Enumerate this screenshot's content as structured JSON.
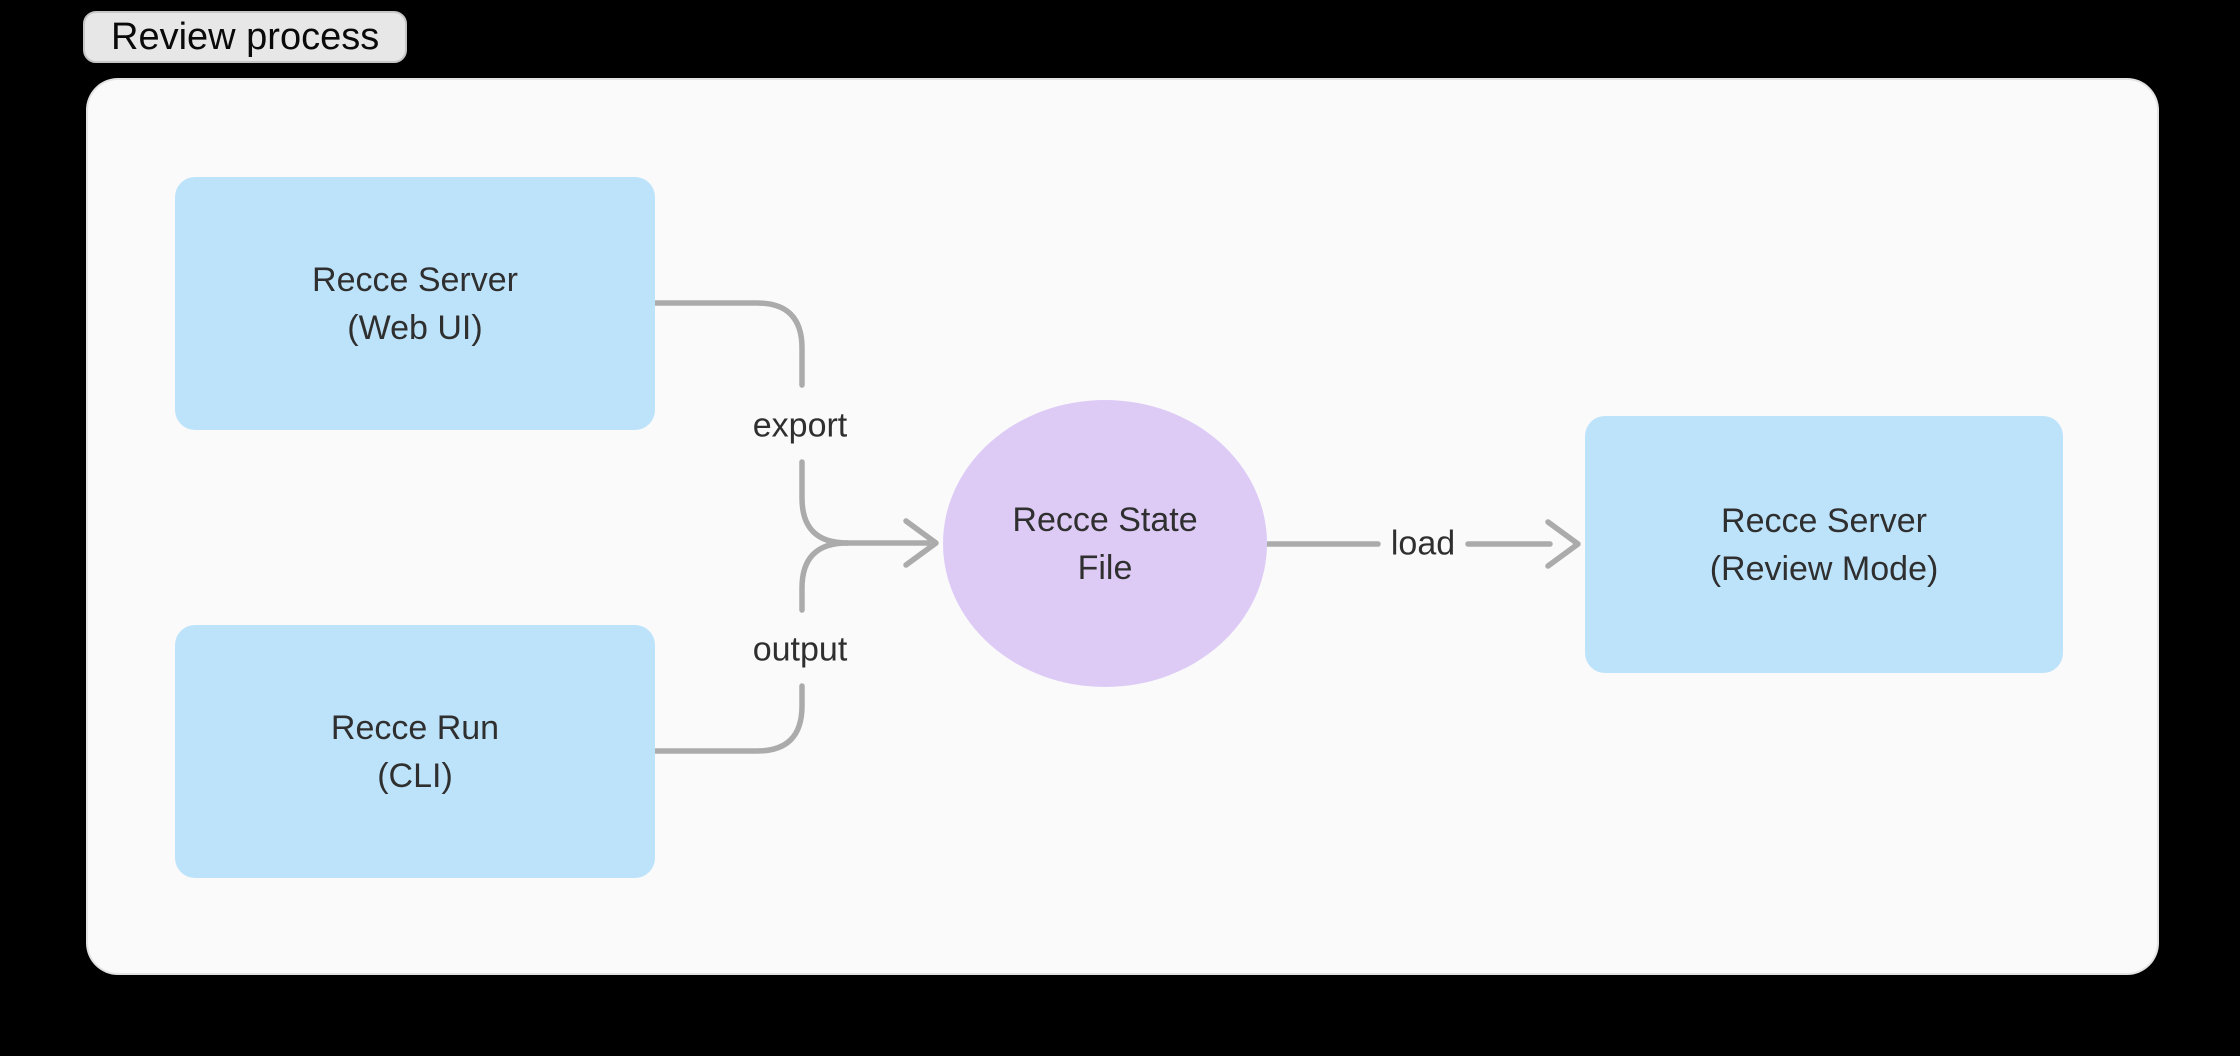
{
  "page": {
    "background_color": "#000000",
    "canvas_color": "#fafafa"
  },
  "badge": {
    "label": "Review process"
  },
  "colors": {
    "node_blue": "#bde3fb",
    "node_purple": "#ddcbf6",
    "edge_gray": "#ababab",
    "node_text": "#2f2f2f",
    "badge_bg": "#e7e7e7",
    "badge_border": "#c6c6c6"
  },
  "diagram": {
    "nodes": [
      {
        "id": "recce-server-web-ui",
        "shape": "rectangle",
        "line1": "Recce Server",
        "line2": "(Web UI)"
      },
      {
        "id": "recce-run-cli",
        "shape": "rectangle",
        "line1": "Recce Run",
        "line2": "(CLI)"
      },
      {
        "id": "recce-state-file",
        "shape": "ellipse",
        "line1": "Recce State",
        "line2": "File"
      },
      {
        "id": "recce-server-review-mode",
        "shape": "rectangle",
        "line1": "Recce Server",
        "line2": "(Review Mode)"
      }
    ],
    "edges": [
      {
        "from": "recce-server-web-ui",
        "to": "recce-state-file",
        "label": "export"
      },
      {
        "from": "recce-run-cli",
        "to": "recce-state-file",
        "label": "output"
      },
      {
        "from": "recce-state-file",
        "to": "recce-server-review-mode",
        "label": "load"
      }
    ]
  }
}
